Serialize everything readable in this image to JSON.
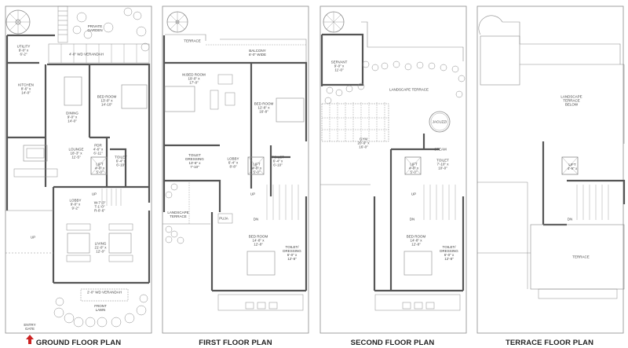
{
  "plans": [
    {
      "title": "GROUND FLOOR PLAN",
      "rooms": {
        "private_garden": "PRIVATE\nGARDEN",
        "utility": "UTILITY\n9'-0\" x\n6'-2\"",
        "verandah_back": "4'-0\" WD VERANDAH",
        "kitchen": "KITCHEN\n8'-6\" x\n14'-0\"",
        "dining": "DINING\n9'-0\" x\n14'-0\"",
        "bedroom": "BED ROOM\n13'-0\" x\n14'-10\"",
        "lounge": "LOUNGE\n18'-3\" x\n11'-5\"",
        "pdr": "PDR\n4'-6\" x\n6'-11\"",
        "lift": "LIFT\n4'-6\" x\n5'-0\"",
        "toilet": "TOILET\n6'-4\" x\n6'-10\"",
        "lobby": "LOBBY\n9'-0\" x\n9'-2\"",
        "stair": "W-7'-3\"\nT-1'-0\"\nR-0'-6\"",
        "up": "UP",
        "up_side": "UP",
        "living": "LIVING\n21'-0\" x\n12'-0\"",
        "verandah_front": "2'-0\" WD VERANDAH",
        "front_lawn": "FRONT\nLAWN",
        "entry_gate": "ENTRY\nGATE"
      }
    },
    {
      "title": "FIRST FLOOR PLAN",
      "rooms": {
        "terrace": "TERRACE",
        "balcony": "BALCONY\n6'-0\" WIDE",
        "m_bedroom": "M.BED ROOM\n19'-0\" x\n17'-0\"",
        "bedroom": "BED ROOM\n12'-8\" x\n16'-8\"",
        "toilet_dressing": "TOILET\nDRESSING\n13'-6\" x\n7'-10\"",
        "lobby": "LOBBY\n6'-4\" x\n8'-8\"",
        "lift": "LIFT\n4'-6\" x\n5'-0\"",
        "toilet": "TOILET\n6'-4\" x\n6'-10\"",
        "landscape_terrace": "LANDSCAPE\nTERRACE",
        "puja": "PUJA",
        "up": "UP",
        "dn": "DN",
        "bedroom_front": "BED ROOM\n14'-8\" x\n12'-8\"",
        "toilet_dressing_front": "TOILET/\nDRESSING\n6'-0\" x\n12'-8\""
      }
    },
    {
      "title": "SECOND FLOOR PLAN",
      "rooms": {
        "servant": "SERVANT\n9'-0\" x\n11'-0\"",
        "landscape_terrace": "LANDSCAPE TERRACE",
        "jacuzzi": "JACUZZI",
        "gym": "GYM\n20'-9\" x\n16'-0\"",
        "steam": "STEAM",
        "toilet": "TOILET\n7'-10\" x\n10'-0\"",
        "lift": "LIFT\n4'-6\" x\n5'-0\"",
        "up": "UP",
        "dn": "DN",
        "bedroom_front": "BED ROOM\n14'-8\" x\n12'-8\"",
        "toilet_dressing_front": "TOILET/\nDRESSING\n6'-0\" x\n12'-8\""
      }
    },
    {
      "title": "TERRACE FLOOR PLAN",
      "rooms": {
        "landscape_below": "LANDSCAPE\nTERRACE\nBELOW",
        "lift": "LIFT\n4'-6\" x",
        "dn": "DN",
        "terrace": "TERRACE"
      }
    }
  ],
  "colors": {
    "wall": "#555555",
    "line": "#8a8a8a",
    "entry_arrow": "#cc2222"
  }
}
